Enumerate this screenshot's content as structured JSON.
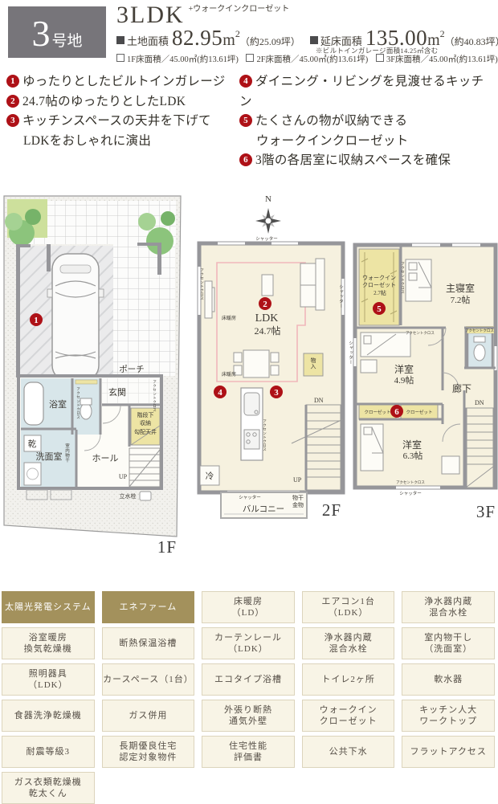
{
  "header": {
    "lot_number": "3",
    "lot_suffix": "号地",
    "plan_type": "3LDK",
    "plan_suffix": "+ウォークインクローゼット",
    "land_label": "土地面積",
    "land_value": "82.95",
    "land_unit": "m",
    "land_unit_sup": "2",
    "land_tsubo": "（約25.09坪）",
    "total_label": "延床面積",
    "total_value": "135.00",
    "total_unit": "m",
    "total_unit_sup": "2",
    "total_tsubo": "（約40.83坪）",
    "note": "※ビルトインガレージ面積14.25㎡含む",
    "floor_areas": [
      "1F床面積／45.00㎡(約13.61坪)",
      "2F床面積／45.00㎡(約13.61坪)",
      "3F床面積／45.00㎡(約13.61坪)"
    ]
  },
  "features": {
    "left": [
      {
        "num": "1",
        "line1": "ゆったりとしたビルトインガレージ",
        "line2": ""
      },
      {
        "num": "2",
        "line1": "24.7帖のゆったりとしたLDK",
        "line2": ""
      },
      {
        "num": "3",
        "line1": "キッチンスペースの天井を下げて",
        "line2": "LDKをおしゃれに演出"
      }
    ],
    "right": [
      {
        "num": "4",
        "line1": "ダイニング・リビングを見渡せるキッチン",
        "line2": ""
      },
      {
        "num": "5",
        "line1": "たくさんの物が収納できる",
        "line2": "ウォークインクローゼット"
      },
      {
        "num": "6",
        "line1": "3階の各居室に収納スペースを確保",
        "line2": ""
      }
    ]
  },
  "plans": {
    "compass": "N",
    "f1": {
      "label": "1F",
      "badge": "1",
      "porch": "ポーチ",
      "entrance": "玄関",
      "bath": "浴室",
      "dry": "乾",
      "washroom": "洗面室",
      "indoor_drying": "室内物干",
      "hall": "ホール",
      "up": "UP",
      "stair_storage_1": "階段下",
      "stair_storage_2": "収納",
      "stair_storage_3": "勾配天井",
      "accent_cloth": "アクセントクロス",
      "faucet": "立水栓"
    },
    "f2": {
      "label": "2F",
      "badge_2": "2",
      "badge_3": "3",
      "badge_4": "4",
      "shutter": "シャッター",
      "ldk": "LDK",
      "ldk_size": "24.7帖",
      "floor_heating": "床暖房",
      "storage": "物入",
      "accent_cloth": "アクセントクロス",
      "fridge": "冷",
      "dn": "DN",
      "up": "UP",
      "balcony": "バルコニー",
      "hanger_1": "物干",
      "hanger_2": "金物"
    },
    "f3": {
      "label": "3F",
      "badge_5": "5",
      "badge_6": "6",
      "wic_1": "ウォークイン",
      "wic_2": "クローゼット",
      "wic_size": "2.7帖",
      "master": "主寝室",
      "master_size": "7.2帖",
      "room1": "洋室",
      "room1_size": "4.9帖",
      "room2": "洋室",
      "room2_size": "6.3帖",
      "hallway": "廊下",
      "closet": "クローゼット",
      "accent_cloth": "アクセントクロス",
      "shutter": "シャッター",
      "dn": "DN"
    }
  },
  "tags": {
    "items": [
      {
        "text": "太陽光発電システム",
        "highlight": true
      },
      {
        "text": "エネファーム",
        "highlight": true
      },
      {
        "text": "床暖房\n（LD）",
        "highlight": false
      },
      {
        "text": "エアコン1台\n（LDK）",
        "highlight": false
      },
      {
        "text": "浄水器内蔵\n混合水栓",
        "highlight": false
      },
      {
        "text": "浴室暖房\n換気乾燥機",
        "highlight": false
      },
      {
        "text": "断熱保温浴槽",
        "highlight": false
      },
      {
        "text": "カーテンレール\n（LDK）",
        "highlight": false
      },
      {
        "text": "浄水器内蔵\n混合水栓",
        "highlight": false
      },
      {
        "text": "室内物干し\n（洗面室）",
        "highlight": false
      },
      {
        "text": "照明器具\n（LDK）",
        "highlight": false
      },
      {
        "text": "カースペース（1台）",
        "highlight": false
      },
      {
        "text": "エコタイプ浴槽",
        "highlight": false
      },
      {
        "text": "トイレ2ヶ所",
        "highlight": false
      },
      {
        "text": "軟水器",
        "highlight": false
      },
      {
        "text": "食器洗浄乾燥機",
        "highlight": false
      },
      {
        "text": "ガス併用",
        "highlight": false
      },
      {
        "text": "外張り断熱\n通気外壁",
        "highlight": false
      },
      {
        "text": "ウォークイン\nクローゼット",
        "highlight": false
      },
      {
        "text": "キッチン人大\nワークトップ",
        "highlight": false
      },
      {
        "text": "耐震等級3",
        "highlight": false
      },
      {
        "text": "長期優良住宅\n認定対象物件",
        "highlight": false
      },
      {
        "text": "住宅性能\n評価書",
        "highlight": false
      },
      {
        "text": "公共下水",
        "highlight": false
      },
      {
        "text": "フラットアクセス",
        "highlight": false
      },
      {
        "text": "ガス衣類乾燥機\n乾太くん",
        "highlight": false
      }
    ]
  }
}
